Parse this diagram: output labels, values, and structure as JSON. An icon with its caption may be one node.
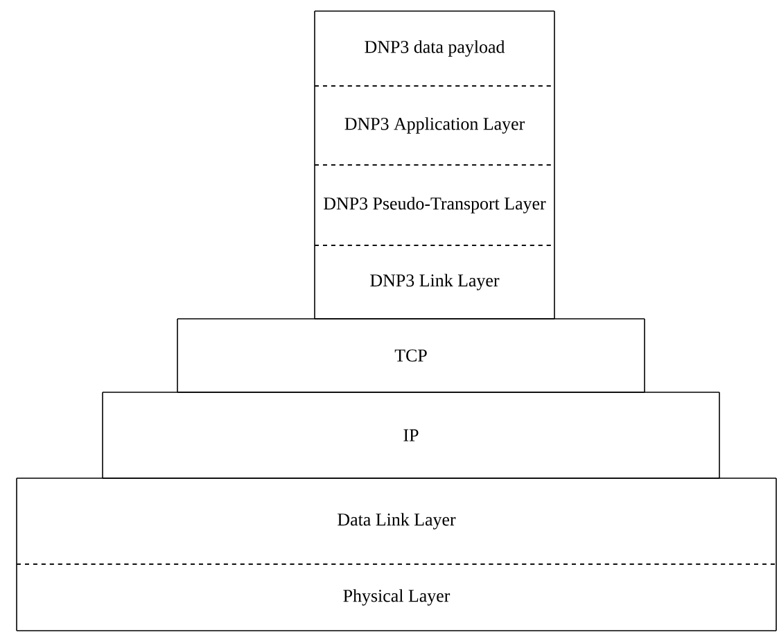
{
  "diagram": {
    "nodes": [
      {
        "text": [
          "DNP3 data payload"
        ]
      },
      {
        "text": [
          "DNP3 Application Layer"
        ]
      },
      {
        "text": [
          "DNP3 Pseudo-Transport Layer"
        ]
      },
      {
        "text": [
          "DNP3 Link Layer"
        ]
      },
      {
        "text": [
          "TCP"
        ]
      },
      {
        "text": [
          "IP"
        ]
      },
      {
        "text": [
          "Data Link Layer"
        ]
      },
      {
        "text": [
          "Physical Layer"
        ]
      }
    ]
  }
}
